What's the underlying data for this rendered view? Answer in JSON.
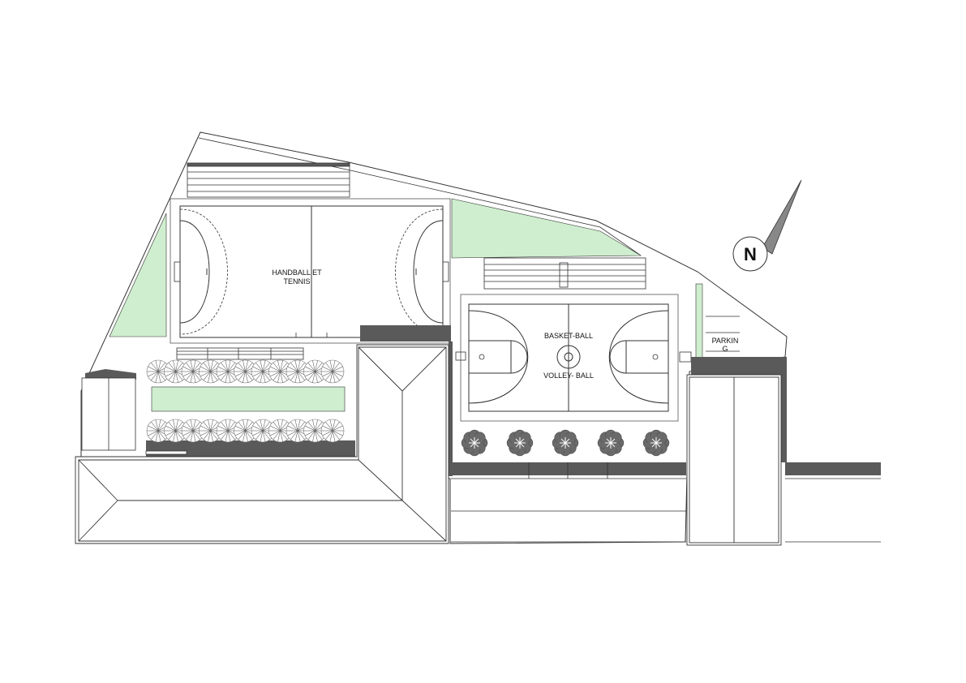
{
  "labels": {
    "handball_line1": "HANDBALL ET",
    "handball_line2": "TENNIS",
    "basket": "BASKET-BALL",
    "volley": "VOLLEY- BALL",
    "parking_line1": "PARKIN",
    "parking_line2": "G",
    "north": "N"
  },
  "colors": {
    "grass": "#cfeecf",
    "wall": "#5a5a5a",
    "line": "#333333",
    "paper": "#ffffff"
  },
  "icons": {
    "compass": "north-arrow-icon",
    "tree": "tree-icon",
    "flower": "flower-planter-icon"
  }
}
